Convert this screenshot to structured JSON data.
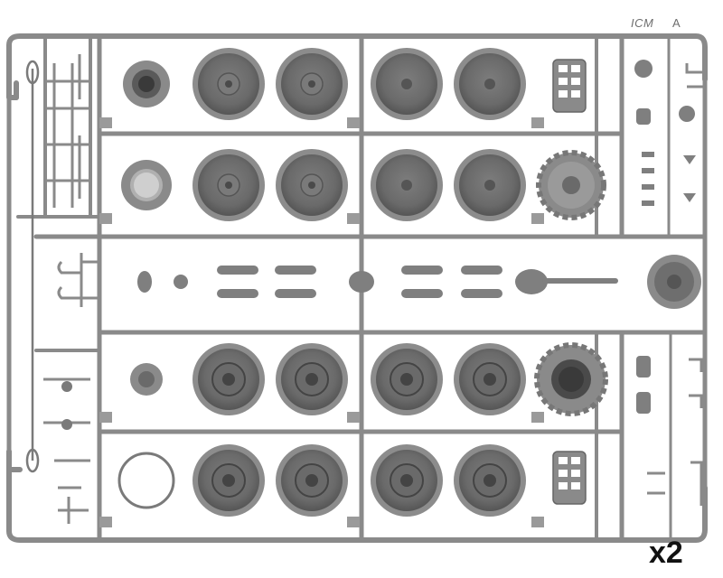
{
  "sprue": {
    "brand_mark": "ICM",
    "frame_letter": "A",
    "quantity_label": "x2"
  },
  "colors": {
    "background": "#ffffff",
    "plastic": "#8a8a8a",
    "plastic_dark": "#5e5e5e",
    "plastic_light": "#b5b5b5",
    "label_text": "#111111"
  }
}
